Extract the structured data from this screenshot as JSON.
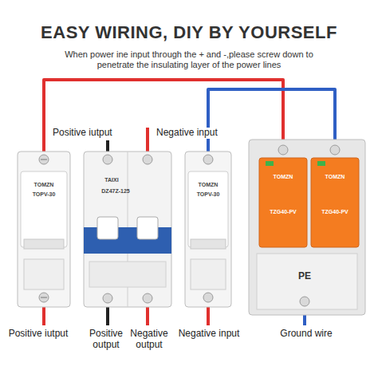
{
  "diagram": {
    "title": "EASY WIRING, DIY BY YOURSELF",
    "labels": [
      "When power ine input through the + and -,please screw down to penetrate the insulating layer of the power lines",
      "Positive iutput",
      "Negative input",
      "TOMZN",
      "TOPV-30",
      "TAIXI",
      "DZ47Z-125",
      "TOMZN",
      "TOPV-30",
      "TOMZN",
      "TZG40-PV",
      "TOMZN",
      "TZG40-PV",
      "PE",
      "Positive iutput",
      "Positive output",
      "Negative output",
      "Negative input",
      "Ground wire"
    ]
  }
}
